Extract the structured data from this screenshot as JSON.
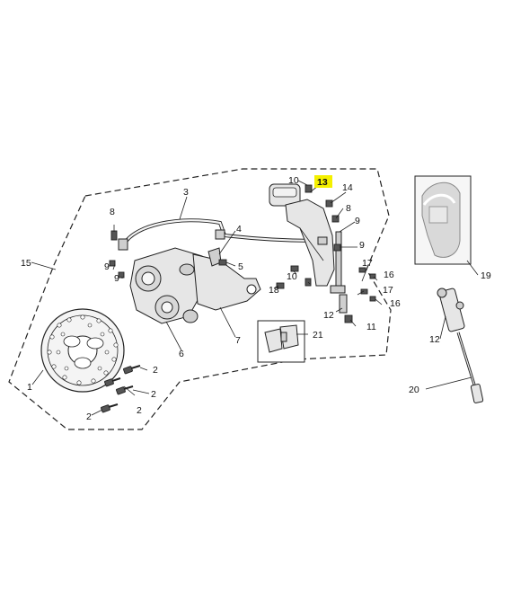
{
  "diagram": {
    "labels": {
      "p1": "1",
      "p2a": "2",
      "p2b": "2",
      "p2c": "2",
      "p2d": "2",
      "p3": "3",
      "p4": "4",
      "p5": "5",
      "p6": "6",
      "p7": "7",
      "p8a": "8",
      "p8b": "8",
      "p9a": "9",
      "p9b": "9",
      "p9c": "9",
      "p9d": "9",
      "p10a": "10",
      "p10b": "10",
      "p11": "11",
      "p12a": "12",
      "p12b": "12",
      "p13": "13",
      "p14": "14",
      "p15": "15",
      "p16a": "16",
      "p16b": "16",
      "p17a": "17",
      "p17b": "17",
      "p18": "18",
      "p19": "19",
      "p20": "20",
      "p21": "21"
    },
    "highlight_color": "#f4f000"
  }
}
